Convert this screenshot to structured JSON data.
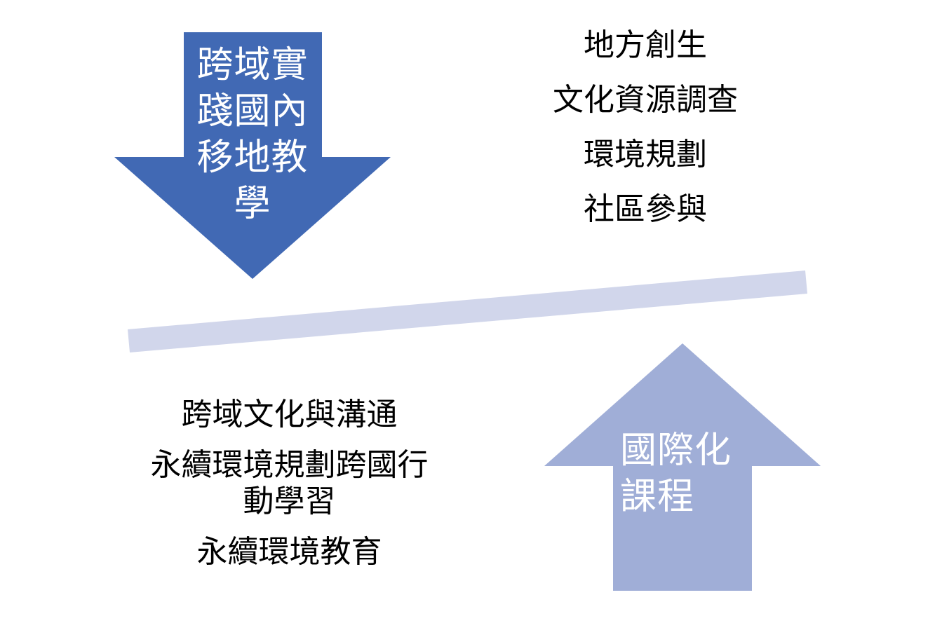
{
  "down_arrow": {
    "lines": [
      "跨域實",
      "踐國內",
      "移地教",
      "學"
    ],
    "color": "#4169B4"
  },
  "up_arrow": {
    "lines": [
      "國際化",
      "課程"
    ],
    "color": "#A0AED7"
  },
  "divider_bar": {
    "color": "#D1D6EB"
  },
  "top_list": {
    "items": [
      "地方創生",
      "文化資源調查",
      "環境規劃",
      "社區參與"
    ]
  },
  "bottom_list": {
    "items": [
      "跨域文化與溝通",
      "永續環境規劃跨國行動學習",
      "永續環境教育"
    ]
  }
}
